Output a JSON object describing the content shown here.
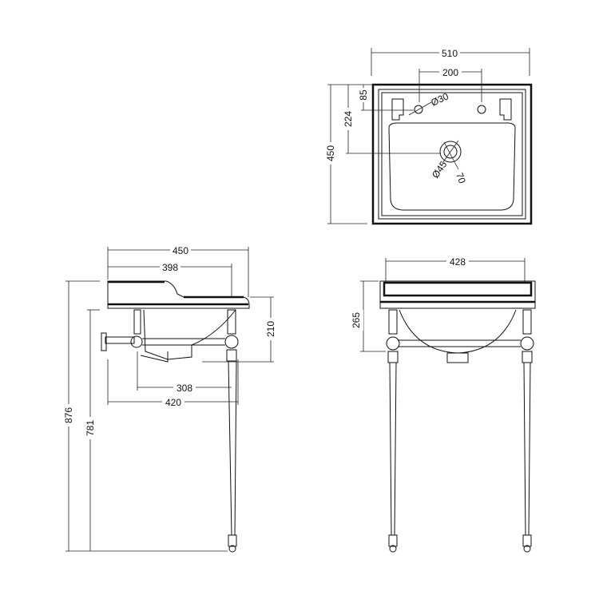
{
  "top_view": {
    "width_overall": "510",
    "tap_spacing": "200",
    "tap_offset": "85",
    "tap_hole_diameter": "Ø30",
    "waste_offset": "224",
    "depth_overall": "450",
    "waste_diameter": "Ø45",
    "waste_outer": "70"
  },
  "side_view": {
    "depth_overall": "450",
    "basin_depth": "398",
    "bowl_height": "210",
    "leg_spacing": "308",
    "frame_depth": "420",
    "total_height": "876",
    "rim_height": "781"
  },
  "front_view": {
    "frame_width": "428",
    "basin_height": "265"
  }
}
